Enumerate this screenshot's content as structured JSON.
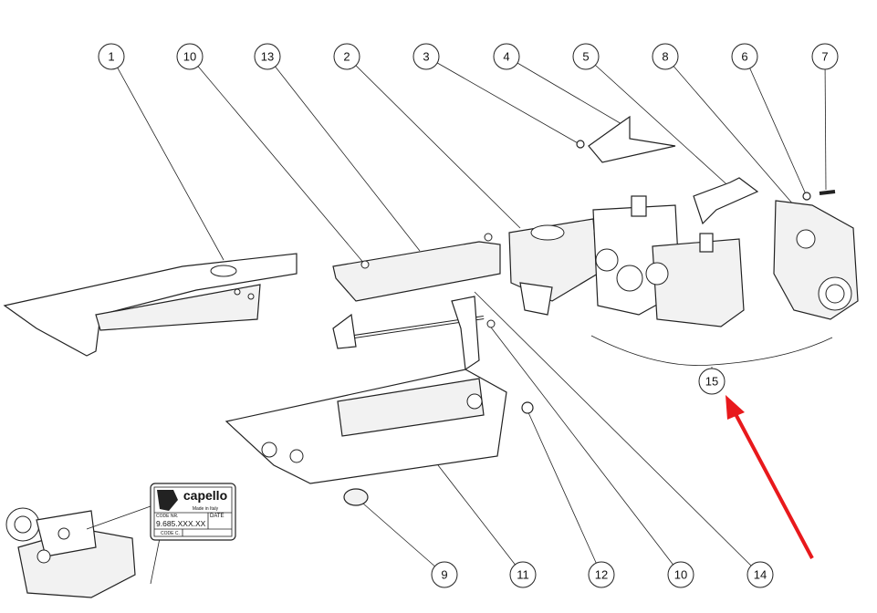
{
  "callouts_top": [
    "1",
    "10",
    "13",
    "2",
    "3",
    "4",
    "5",
    "8",
    "6",
    "7"
  ],
  "callouts_bottom": [
    "9",
    "11",
    "12",
    "10",
    "14"
  ],
  "callout_group": "15",
  "nameplate": {
    "brand": "capello",
    "origin": "Made in Italy",
    "code_nr_label": "CODE NR.",
    "date_label": "DATE",
    "code_nr_value": "9.685.XXX.XX",
    "code_c_label": "CODE C."
  },
  "colors": {
    "arrow": "#e8191c",
    "line": "#222222"
  }
}
